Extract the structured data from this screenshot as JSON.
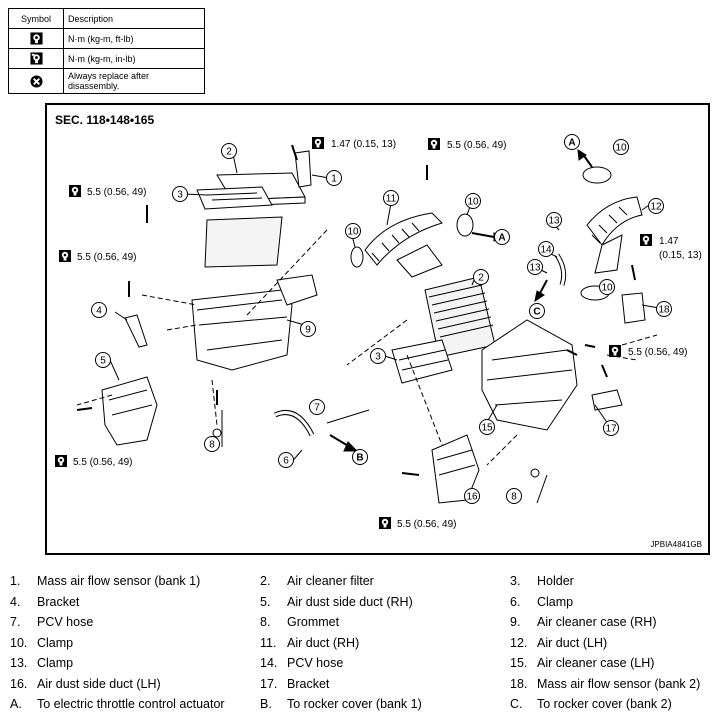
{
  "symbol_table": {
    "headers": {
      "symbol": "Symbol",
      "description": "Description"
    },
    "rows": [
      {
        "icon": "torque-wrench-icon",
        "description": "N·m (kg-m, ft-lb)"
      },
      {
        "icon": "torque-wrench-small-icon",
        "description": "N·m (kg-m, in-lb)"
      },
      {
        "icon": "replace-part-icon",
        "description": "Always replace after disassembly."
      }
    ]
  },
  "diagram": {
    "section": "SEC. 118•148•165",
    "code": "JPBIA4841GB",
    "torque_labels": {
      "t1": "1.47 (0.15, 13)",
      "t2": "5.5 (0.56, 49)",
      "t3": "5.5 (0.56, 49)",
      "t4": "5.5 (0.56, 49)",
      "t5": "5.5 (0.56, 49)",
      "t6": "1.47",
      "t6b": "(0.15, 13)",
      "t7": "5.5 (0.56, 49)",
      "t8": "5.5 (0.56, 49)"
    },
    "callouts": [
      "1",
      "2",
      "3",
      "4",
      "5",
      "6",
      "7",
      "8",
      "9",
      "10",
      "11",
      "12",
      "13",
      "14",
      "15",
      "16",
      "17",
      "18"
    ],
    "letters": [
      "A",
      "B",
      "C"
    ]
  },
  "legend": [
    {
      "num": "1.",
      "text": "Mass air flow sensor (bank 1)"
    },
    {
      "num": "2.",
      "text": "Air cleaner filter"
    },
    {
      "num": "3.",
      "text": "Holder"
    },
    {
      "num": "4.",
      "text": "Bracket"
    },
    {
      "num": "5.",
      "text": "Air dust side duct (RH)"
    },
    {
      "num": "6.",
      "text": "Clamp"
    },
    {
      "num": "7.",
      "text": "PCV hose"
    },
    {
      "num": "8.",
      "text": "Grommet"
    },
    {
      "num": "9.",
      "text": "Air cleaner case (RH)"
    },
    {
      "num": "10.",
      "text": "Clamp"
    },
    {
      "num": "11.",
      "text": "Air duct (RH)"
    },
    {
      "num": "12.",
      "text": "Air duct (LH)"
    },
    {
      "num": "13.",
      "text": "Clamp"
    },
    {
      "num": "14.",
      "text": "PCV hose"
    },
    {
      "num": "15.",
      "text": "Air cleaner case (LH)"
    },
    {
      "num": "16.",
      "text": "Air dust side duct (LH)"
    },
    {
      "num": "17.",
      "text": "Bracket"
    },
    {
      "num": "18.",
      "text": "Mass air flow sensor (bank 2)"
    },
    {
      "num": "A.",
      "text": "To electric throttle control actuator"
    },
    {
      "num": "B.",
      "text": "To rocker cover (bank 1)"
    },
    {
      "num": "C.",
      "text": "To rocker cover (bank 2)"
    }
  ]
}
